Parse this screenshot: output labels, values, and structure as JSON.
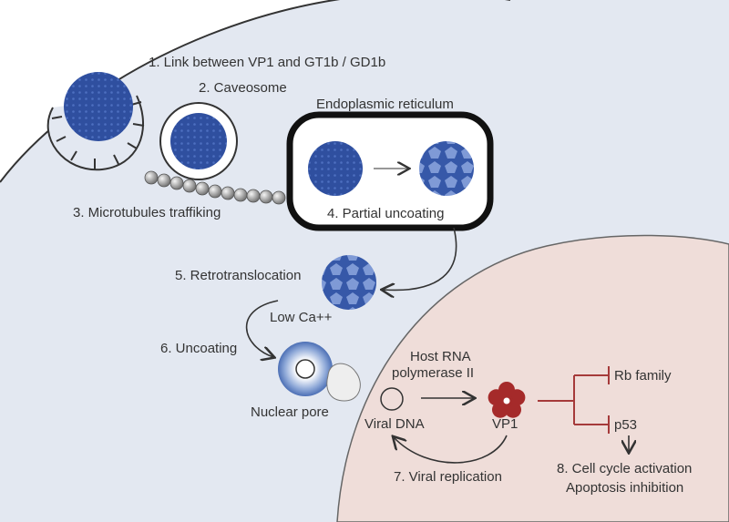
{
  "labels": {
    "step1": "1. Link between VP1 and GT1b / GD1b",
    "step2": "2. Caveosome",
    "er_title": "Endoplasmic reticulum",
    "step3": "3. Microtubules traffiking",
    "step4": "4. Partial uncoating",
    "step5": "5. Retrotranslocation",
    "low_ca": "Low Ca++",
    "step6": "6. Uncoating",
    "nuclear_pore": "Nuclear pore",
    "host_rna_line1": "Host RNA",
    "host_rna_line2": "polymerase II",
    "viral_dna": "Viral DNA",
    "vp1": "VP1",
    "step7": "7. Viral replication",
    "rb_family": "Rb family",
    "p53": "p53",
    "step8_line1": "8. Cell cycle activation",
    "step8_line2": "Apoptosis inhibition"
  },
  "colors": {
    "cytoplasm": "#e3e8f1",
    "nucleus": "#efddd9",
    "virion": "#2e4f9e",
    "inhibition": "#a53a3a",
    "vp1_flower": "#a52a2a"
  }
}
